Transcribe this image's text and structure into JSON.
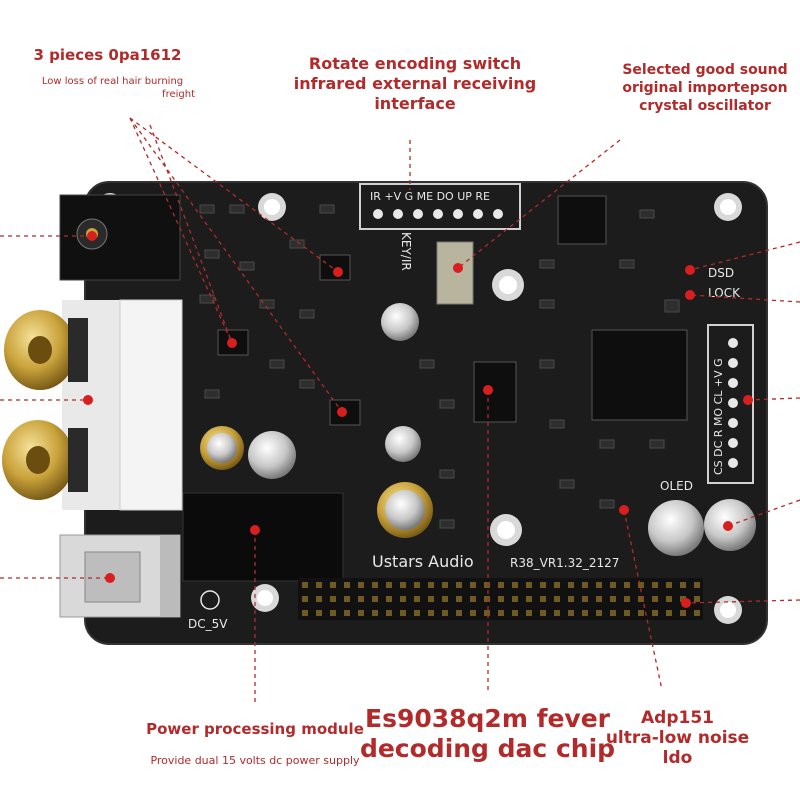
{
  "callouts": {
    "opa_title": "3 pieces 0pa1612",
    "opa_sub_1": "Low loss of real hair burning",
    "opa_sub_2": "freight",
    "encoder_line1": "Rotate encoding switch",
    "encoder_line2": "infrared external receiving",
    "encoder_line3": "interface",
    "crystal_line1": "Selected good sound",
    "crystal_line2": "original importepson",
    "crystal_line3": "crystal oscillator",
    "power_title": "Power processing module",
    "power_sub": "Provide dual 15 volts dc power supply",
    "dac_line1": "Es9038q2m fever",
    "dac_line2": "decoding dac chip",
    "ldo_line1": "Adp151",
    "ldo_line2": "ultra-low noise",
    "ldo_line3": "ldo"
  },
  "silkscreen": {
    "header_pins": "IR +V G ME DO UP RE",
    "key_ir": "KEY/IR",
    "dsd": "DSD",
    "lock": "LOCK",
    "oled_pins": "CS DC R MO CL +V G",
    "oled": "OLED",
    "brand": "Ustars Audio",
    "version": "R38_VR1.32_2127",
    "dc": "DC_5V"
  },
  "colors": {
    "callout": "#b22a2a",
    "marker": "#d81e1e",
    "board": "#1c1c1c",
    "gold": "#c9a23a"
  }
}
